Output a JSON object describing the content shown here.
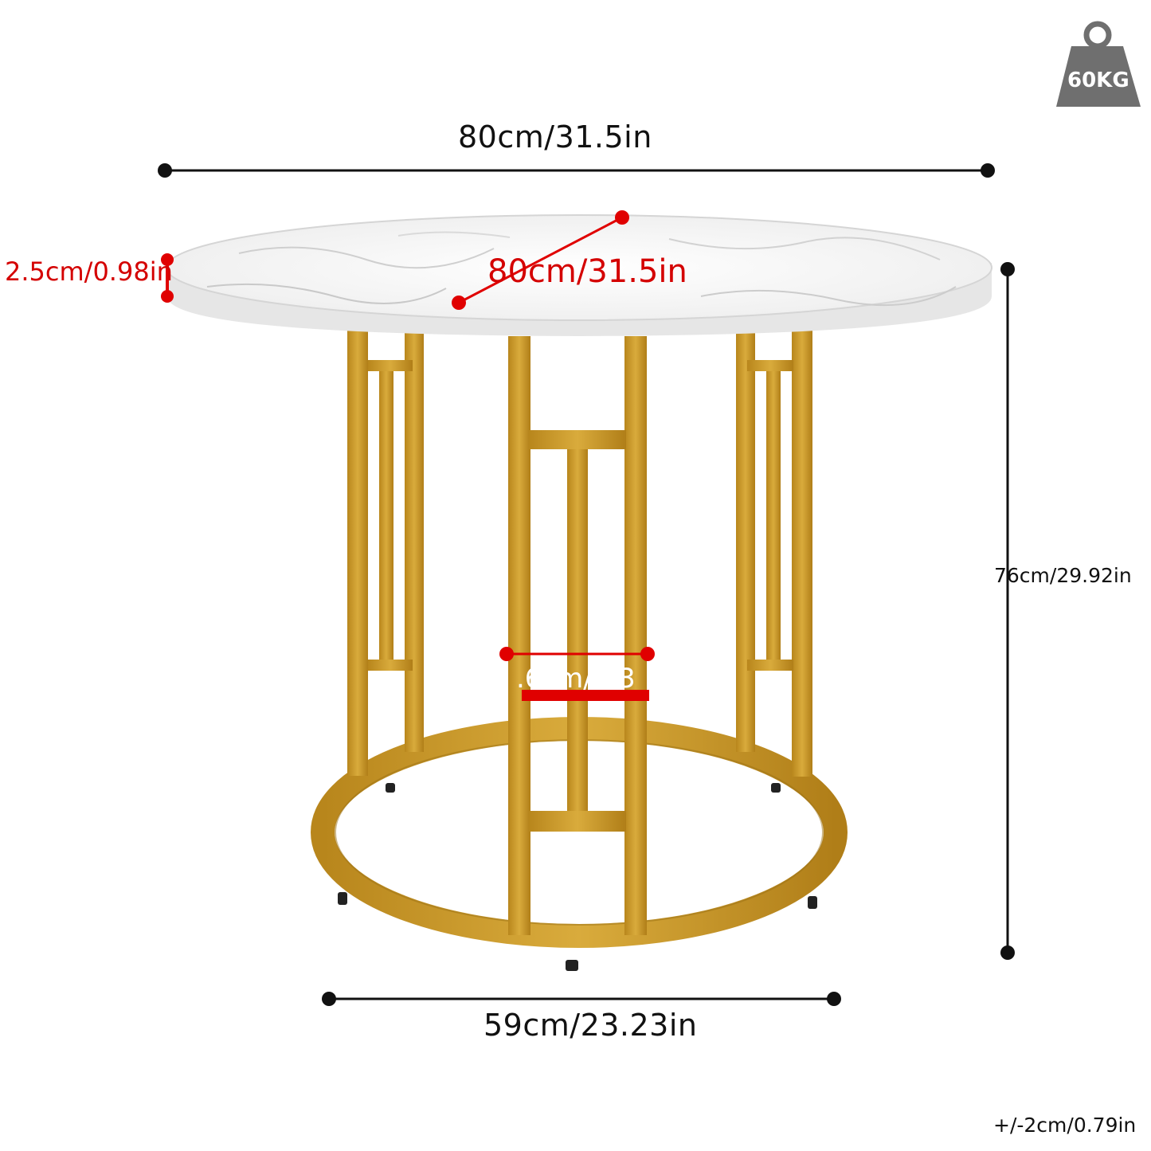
{
  "weight_badge": {
    "text": "60KG",
    "icon": "weight-icon",
    "color": "#6f6f6f"
  },
  "dimensions": {
    "top_width": "80cm/31.5in",
    "top_diameter": "80cm/31.5in",
    "top_thickness": "2.5cm/0.98in",
    "height": "76cm/29.92in",
    "base_width": "59cm/23.23in",
    "leg_width": ".6cm/5.3",
    "tolerance": "+/-2cm/0.79in"
  },
  "colors": {
    "dimension_line": "#111111",
    "highlight": "#e00000",
    "frame_gold": "#c99a2a",
    "marble": "#f4f4f4"
  }
}
